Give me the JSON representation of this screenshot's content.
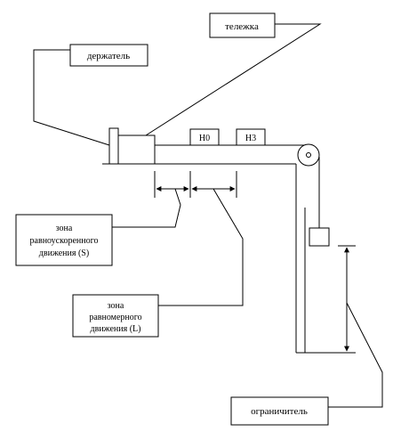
{
  "labels": {
    "cart": "тележка",
    "holder": "держатель",
    "sensor_1": "Н0",
    "sensor_2": "Н3",
    "zone_accel": [
      "зона",
      "равноускоренного",
      "движения (S)"
    ],
    "zone_uniform": [
      "зона",
      "равномерного",
      "движения (L)"
    ],
    "limiter": "ограничитель"
  }
}
